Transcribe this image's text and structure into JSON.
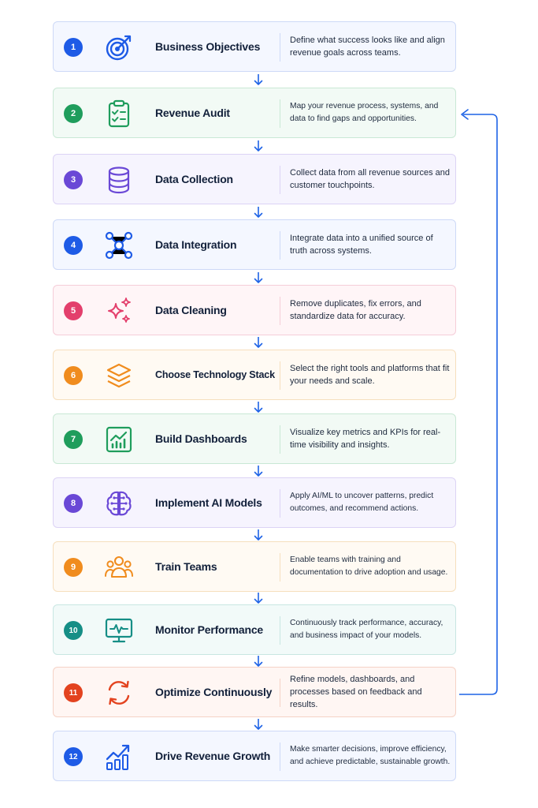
{
  "steps": [
    {
      "number": "1",
      "title": "Business Objectives",
      "description": "Define what success looks like and align revenue goals across teams.",
      "icon": "target-icon",
      "color": "#1e5be6",
      "bg": "#f4f7ff",
      "border": "#cdd9f7"
    },
    {
      "number": "2",
      "title": "Revenue Audit",
      "description": "Map your revenue process, systems, and data to find gaps and opportunities.",
      "icon": "clipboard-check-icon",
      "color": "#1f9d5c",
      "bg": "#f2faf5",
      "border": "#c9e8d5"
    },
    {
      "number": "3",
      "title": "Data Collection",
      "description": "Collect data from all revenue sources and customer touchpoints.",
      "icon": "database-icon",
      "color": "#6a48d6",
      "bg": "#f6f4fe",
      "border": "#dcd3f5"
    },
    {
      "number": "4",
      "title": "Data Integration",
      "description": "Integrate data into a unified source of truth across systems.",
      "icon": "network-icon",
      "color": "#1e5be6",
      "bg": "#f4f7ff",
      "border": "#cdd9f7"
    },
    {
      "number": "5",
      "title": "Data Cleaning",
      "description": "Remove duplicates, fix errors, and standardize data for accuracy.",
      "icon": "sparkles-icon",
      "color": "#e33f6c",
      "bg": "#fff5f7",
      "border": "#f5cdd8"
    },
    {
      "number": "6",
      "title": "Choose Technology Stack",
      "description": "Select the right tools and platforms that fit your needs and scale.",
      "icon": "layers-icon",
      "color": "#f08c1e",
      "bg": "#fffaf3",
      "border": "#f6dfbd"
    },
    {
      "number": "7",
      "title": "Build Dashboards",
      "description": "Visualize key metrics and KPIs for real-time visibility and insights.",
      "icon": "dashboard-chart-icon",
      "color": "#1f9d5c",
      "bg": "#f2faf5",
      "border": "#c9e8d5"
    },
    {
      "number": "8",
      "title": "Implement AI Models",
      "description": "Apply AI/ML to uncover patterns, predict outcomes, and recommend actions.",
      "icon": "brain-icon",
      "color": "#6a48d6",
      "bg": "#f6f4fe",
      "border": "#dcd3f5"
    },
    {
      "number": "9",
      "title": "Train Teams",
      "description": "Enable teams with training and documentation to drive adoption and usage.",
      "icon": "team-icon",
      "color": "#f08c1e",
      "bg": "#fffaf3",
      "border": "#f6dfbd"
    },
    {
      "number": "10",
      "title": "Monitor Performance",
      "description": "Continuously track performance, accuracy, and business impact of your models.",
      "icon": "monitor-pulse-icon",
      "color": "#168e86",
      "bg": "#f2faf9",
      "border": "#c8e6e2"
    },
    {
      "number": "11",
      "title": "Optimize Continuously",
      "description": "Refine models, dashboards, and processes based on feedback and results.",
      "icon": "refresh-cycle-icon",
      "color": "#e3431f",
      "bg": "#fff6f3",
      "border": "#f5d2c6"
    },
    {
      "number": "12",
      "title": "Drive Revenue Growth",
      "description": "Make smarter decisions, improve efficiency, and achieve predictable, sustainable growth.",
      "icon": "growth-chart-icon",
      "color": "#1e5be6",
      "bg": "#f4f7ff",
      "border": "#cdd9f7"
    }
  ],
  "connector_color": "#1e63e6",
  "loop": {
    "from_step": "11",
    "to_step": "2"
  }
}
